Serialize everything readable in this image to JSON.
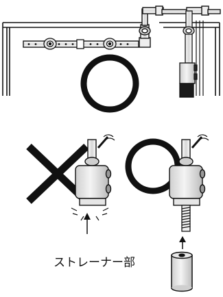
{
  "strainer_label": "ストレーナー部",
  "symbols": {
    "top_diagram": "circle-mark",
    "bottom_left": "cross-mark",
    "bottom_right": "circle-mark"
  },
  "colors": {
    "line": "#111111",
    "fill_light": "#f2f2f2",
    "fill_mid": "#d9d9d9",
    "fill_dark": "#9a9a9a"
  }
}
